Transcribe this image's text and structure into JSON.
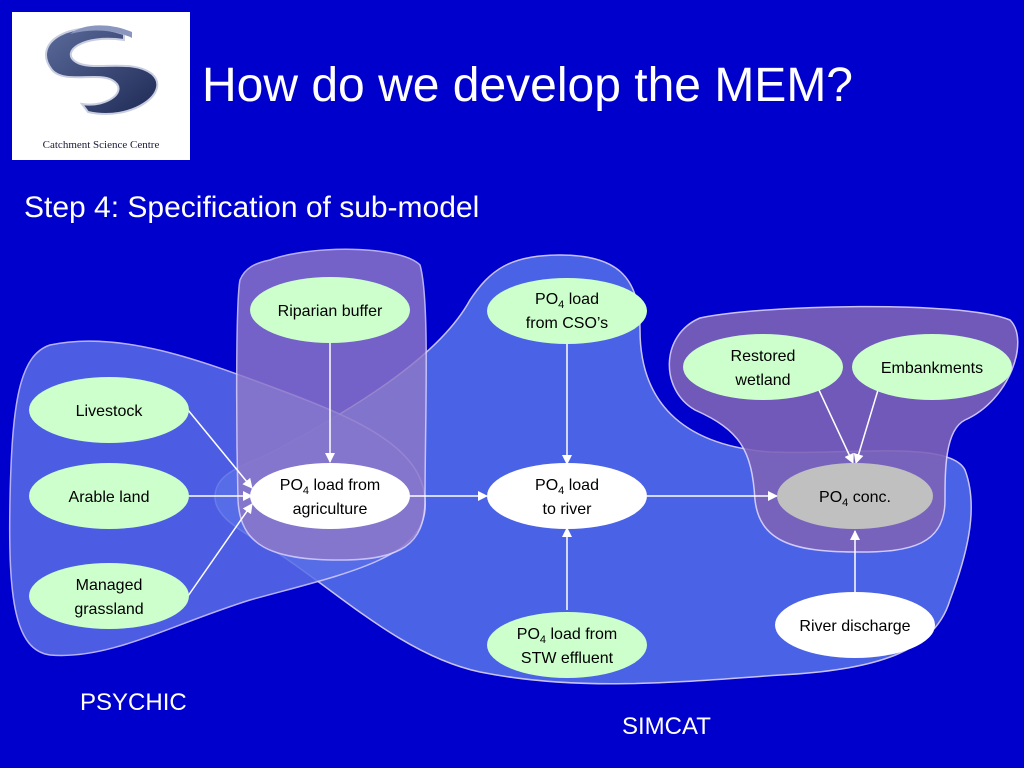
{
  "logo": {
    "caption": "Catchment Science Centre"
  },
  "title": "How do we develop the MEM?",
  "subtitle": "Step 4: Specification of sub-model",
  "nodes": {
    "riparian_buffer": "Riparian buffer",
    "cso_line1_a": "PO",
    "cso_line1_sub": "4",
    "cso_line1_b": " load",
    "cso_line2": "from CSO’s",
    "restored_wetland_l1": "Restored",
    "restored_wetland_l2": "wetland",
    "embankments": "Embankments",
    "livestock": "Livestock",
    "arable_land": "Arable land",
    "grassland_l1": "Managed",
    "grassland_l2": "grassland",
    "agri_l1_a": "PO",
    "agri_l1_sub": "4",
    "agri_l1_b": " load from",
    "agri_l2": "agriculture",
    "river_l1_a": "PO",
    "river_l1_sub": "4",
    "river_l1_b": " load",
    "river_l2": "to river",
    "conc_a": "PO",
    "conc_sub": "4",
    "conc_b": " conc.",
    "river_discharge": "River discharge",
    "stw_l1_a": "PO",
    "stw_l1_sub": "4",
    "stw_l1_b": " load from",
    "stw_l2": "STW effluent"
  },
  "regions": {
    "psychic": "PSYCHIC",
    "simcat": "SIMCAT"
  },
  "colors": {
    "background": "#0000CC",
    "simcat_region": "#4A63E6",
    "purple_region": "#7E63B8",
    "green_node": "#CCFFCC",
    "white_node": "#FFFFFF",
    "grey_node": "#C0C0C0"
  }
}
